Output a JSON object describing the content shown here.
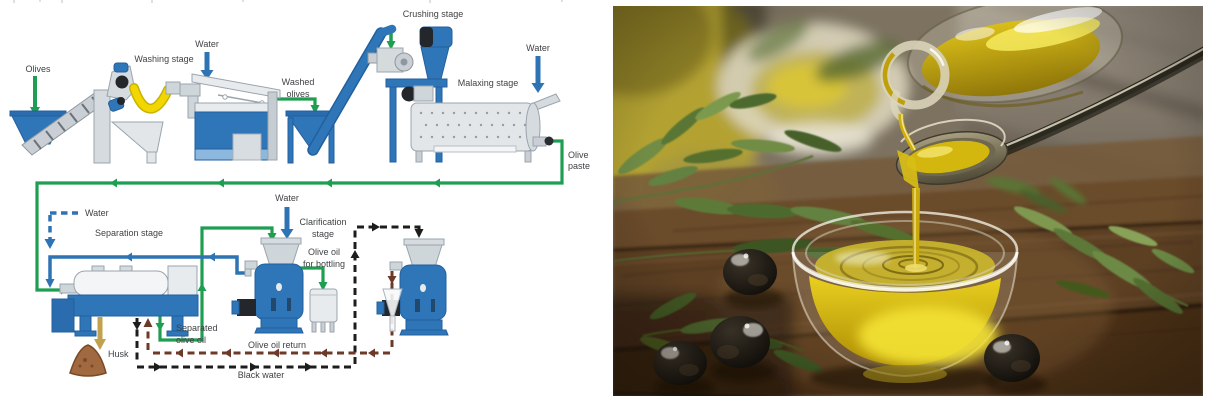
{
  "diagram": {
    "labels": {
      "olives": "Olives",
      "washing_stage": "Washing stage",
      "water_washing": "Water",
      "washed_olives": [
        "Washed",
        "olives"
      ],
      "crushing_stage": "Crushing stage",
      "water_malaxing": "Water",
      "malaxing_stage": "Malaxing stage",
      "olive_paste": [
        "Olive",
        "paste"
      ],
      "water_separation": "Water",
      "separation_stage": "Separation stage",
      "water_clarification": "Water",
      "clarification_stage": [
        "Clarification",
        "stage"
      ],
      "olive_oil_for_bottling": [
        "Olive oil",
        "for bottling"
      ],
      "separated_olive_oil": [
        "Separated",
        "olive oil"
      ],
      "husk": "Husk",
      "olive_oil_return": "Olive oil return",
      "black_water": "Black water"
    },
    "legend_colors": {
      "product_flow_green": "#1e9e50",
      "water_flow_blue": "#2e74b5",
      "black_water_dashed": "#1d1d1b",
      "olive_oil_return_dashed": "#6e3a28",
      "machine_blue": "#2f76b8",
      "machine_gray": "#dde1e4",
      "husk_brown": "#a0693f",
      "husk_arrow_gold": "#c2a14e",
      "chute_yellow": "#f2d600"
    }
  },
  "photo": {
    "description": "Golden olive oil pouring from a glass cruet over an overflowing spoon into a glass bowl of oil, with black olives and olive branches on a rustic wooden table"
  }
}
